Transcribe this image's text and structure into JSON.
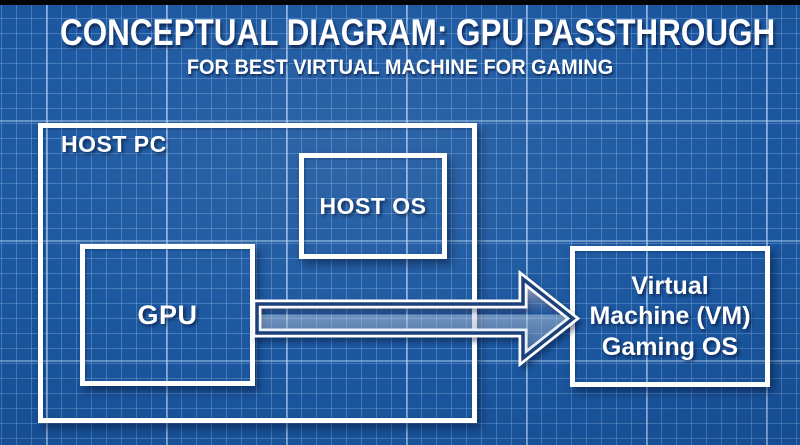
{
  "header": {
    "title": "CONCEPTUAL DIAGRAM: GPU PASSTHROUGH",
    "subtitle": "FOR BEST VIRTUAL MACHINE FOR GAMING"
  },
  "nodes": {
    "host_pc": {
      "label": "HOST PC"
    },
    "host_os": {
      "label": "HOST OS"
    },
    "gpu": {
      "label": "GPU"
    },
    "vm": {
      "lines": [
        "Virtual",
        "Machine (VM)",
        "Gaming OS"
      ]
    }
  },
  "edges": [
    {
      "name": "gpu-passthrough-arrow",
      "from": "gpu",
      "to": "vm",
      "direction": "right"
    }
  ],
  "colors": {
    "background": "#17549e",
    "grid_minor": "#4a80bf",
    "grid_major": "#a7cbee",
    "box_border": "#ffffff",
    "arrow_outline": "#ffffff",
    "arrow_inner_stroke": "#1c4178",
    "text": "#ffffff",
    "top_bar": "#050505"
  }
}
